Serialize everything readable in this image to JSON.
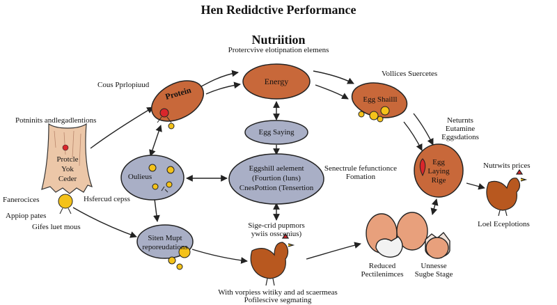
{
  "title": "Hen Redidctive Performance",
  "heading": "Nutriition",
  "subheading": "Protercvive elotipnation elemens",
  "nodes": {
    "energy": "Energy",
    "protein": "Protein",
    "egg_shell": "Egg Shailll",
    "egg_saying": "Egg Saying",
    "oulieus": "Oulieus",
    "center_line1": "Eggshill aelement",
    "center_line2": "(Fourtion (luns)",
    "center_line3": "CnesPottion (Tensertion",
    "egg_laying_line1": "Egg",
    "egg_laying_line2": "Laying",
    "egg_laying_line3": "Rige",
    "siten_line1": "Siten Mupt",
    "siten_line2": "reporeudations",
    "protcle_line1": "Protcle",
    "protcle_line2": "Yok",
    "protcle_line3": "Ceder"
  },
  "labels": {
    "cous": "Cous Pprlopiuud",
    "vollices": "Vollices Suercetes",
    "potninits": "Potninits andlegadlentions",
    "neturnts_line1": "Neturnts",
    "neturnts_line2": "Eutamine",
    "neturnts_line3": "Eggsdations",
    "senectrule_line1": "Senectrule fefunctionce",
    "senectrule_line2": "Fomation",
    "nutrwits": "Nutrwits prices",
    "fanerocices": "Fanerocices",
    "hsfercud": "Hsfercud cepss",
    "appiop": "Appiop pates",
    "gifes": "Gifes luet mous",
    "sige_line1": "Sige-crid pupmors",
    "sige_line2": "ywiis osscenius)",
    "loel": "Loel Eceplotions",
    "reduced_line1": "Reduced",
    "reduced_line2": "Pectilenimces",
    "unnesse_line1": "Unnesse",
    "unnesse_line2": "Sugbe Stage",
    "bottom_line1": "With vorpiess witiky and ad scaermeas",
    "bottom_line2": "Pofilescive segmating"
  },
  "colors": {
    "brown_fill": "#c8683a",
    "gray_fill": "#a9afc6",
    "egg_fill": "#e8a07c",
    "chick_fill": "#f4c21a",
    "hen_fill": "#b8581f",
    "stroke": "#222222"
  }
}
